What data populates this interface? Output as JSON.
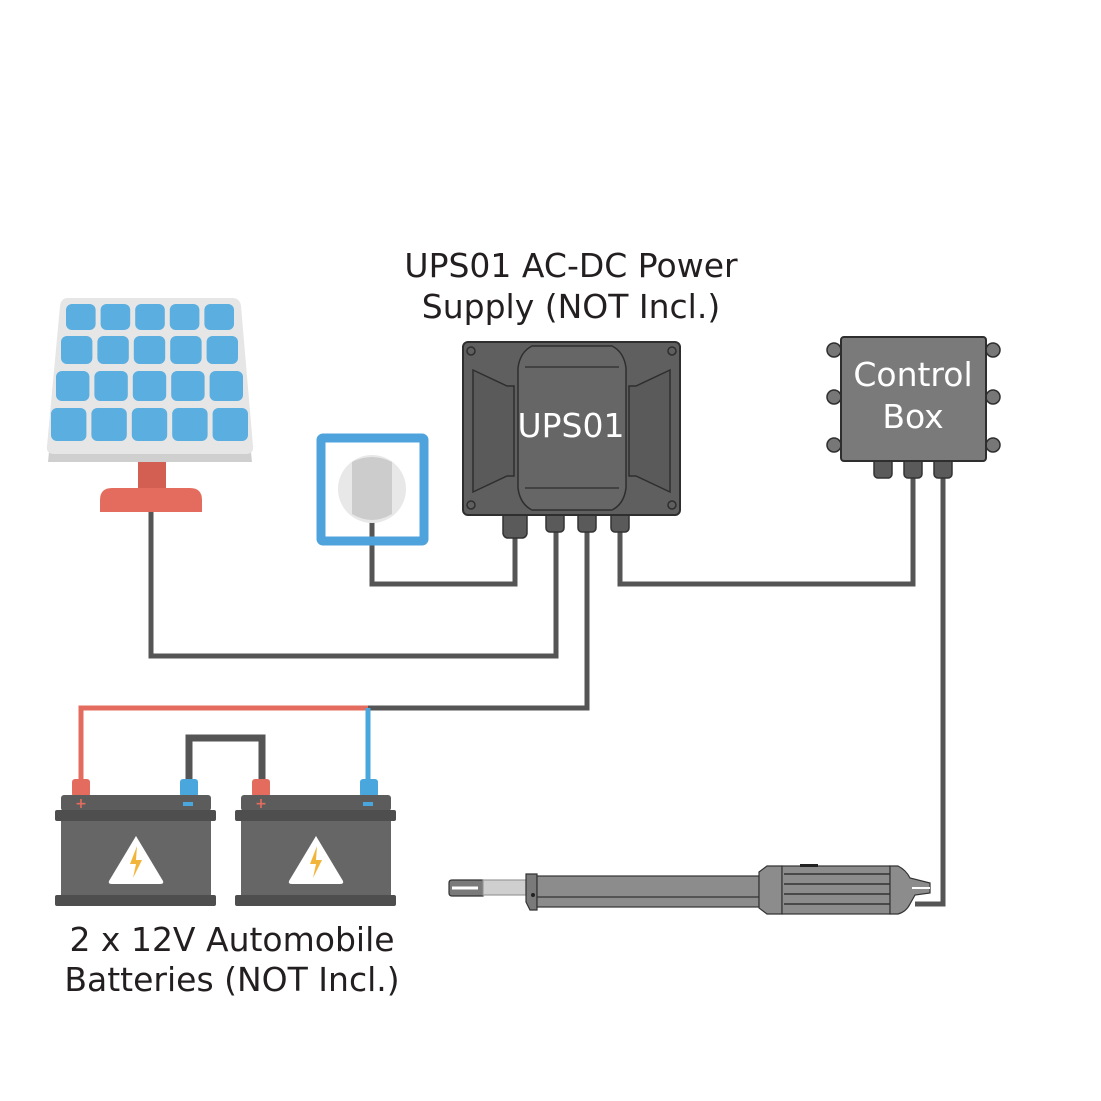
{
  "diagram": {
    "title": "UPS01 wiring diagram",
    "ups_label": {
      "line1": "UPS01 AC-DC Power",
      "line2": "Supply (NOT Incl.)"
    },
    "ups_device": {
      "name": "UPS01"
    },
    "control_box": {
      "line1": "Control",
      "line2": "Box"
    },
    "batteries_label": {
      "line1": "2 x 12V Automobile",
      "line2": "Batteries (NOT Incl.)"
    },
    "battery_terminals": {
      "positive": "+",
      "negative": "−"
    },
    "components": [
      {
        "id": "solar-panel",
        "name": "Solar panel"
      },
      {
        "id": "wall-socket",
        "name": "AC wall socket"
      },
      {
        "id": "ups01",
        "name": "UPS01 AC-DC Power Supply"
      },
      {
        "id": "control-box",
        "name": "Control Box"
      },
      {
        "id": "battery-1",
        "name": "12V Automobile Battery"
      },
      {
        "id": "battery-2",
        "name": "12V Automobile Battery"
      },
      {
        "id": "linear-actuator",
        "name": "Gate opener linear actuator"
      }
    ],
    "connections": [
      {
        "from": "wall-socket",
        "to": "ups01",
        "color": "#555555"
      },
      {
        "from": "solar-panel",
        "to": "ups01",
        "color": "#555555"
      },
      {
        "from": "battery-1 (+)",
        "to": "ups01",
        "color": "#e46c5e"
      },
      {
        "from": "battery-2 (−)",
        "to": "ups01",
        "color": "#49a7de"
      },
      {
        "from": "battery-1 (−)",
        "to": "battery-2 (+)",
        "color": "#555555"
      },
      {
        "from": "ups01",
        "to": "control-box",
        "color": "#555555"
      },
      {
        "from": "control-box",
        "to": "linear-actuator",
        "color": "#555555"
      }
    ],
    "colors": {
      "wire": "#555555",
      "positive": "#e46c5e",
      "negative": "#49a7de",
      "panel_cell": "#5aaee0",
      "panel_frame": "#e6e6e6",
      "device_body": "#616161",
      "battery_body": "#666666",
      "warning_bolt": "#f2b53c"
    }
  }
}
